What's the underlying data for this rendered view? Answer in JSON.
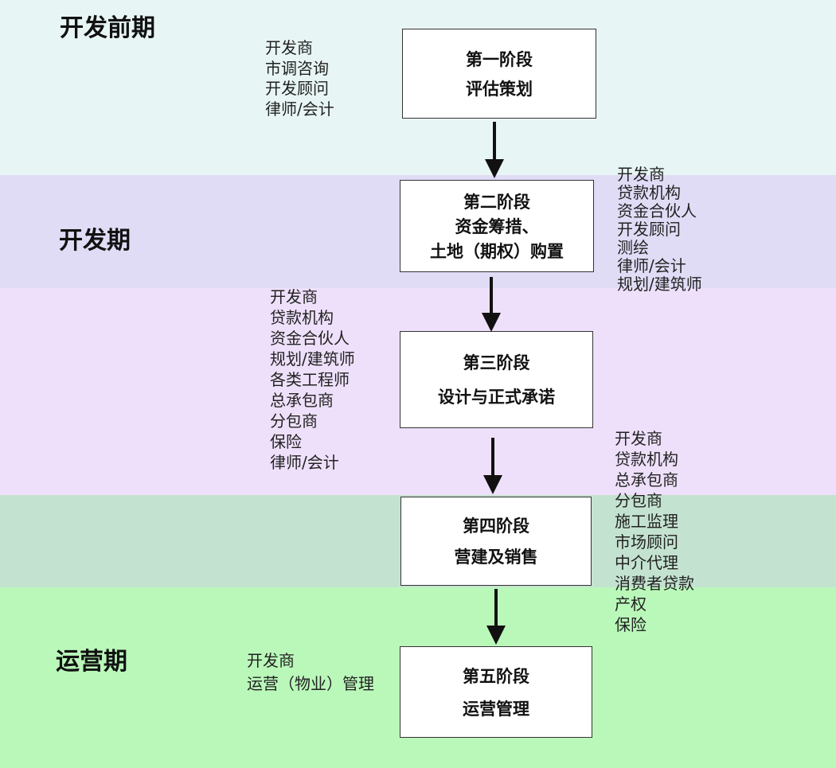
{
  "periods": {
    "pre_development": "开发前期",
    "development": "开发期",
    "operation": "运营期"
  },
  "stages": [
    {
      "title": "第一阶段",
      "lines": [
        "评估策划"
      ]
    },
    {
      "title": "第二阶段",
      "lines": [
        "资金筹措、",
        "土地（期权）购置"
      ]
    },
    {
      "title": "第三阶段",
      "lines": [
        "设计与正式承诺"
      ]
    },
    {
      "title": "第四阶段",
      "lines": [
        "营建及销售"
      ]
    },
    {
      "title": "第五阶段",
      "lines": [
        "运营管理"
      ]
    }
  ],
  "participants": {
    "stage1": [
      "开发商",
      "市调咨询",
      "开发顾问",
      "律师/会计"
    ],
    "stage2": [
      "开发商",
      "贷款机构",
      "资金合伙人",
      "开发顾问",
      "测绘",
      "律师/会计",
      "规划/建筑师"
    ],
    "stage3": [
      "开发商",
      "贷款机构",
      "资金合伙人",
      "规划/建筑师",
      "各类工程师",
      "总承包商",
      "分包商",
      "保险",
      "律师/会计"
    ],
    "stage4": [
      "开发商",
      "贷款机构",
      "总承包商",
      "分包商",
      "施工监理",
      "市场顾问",
      "中介代理",
      "消费者贷款",
      "产权",
      "保险"
    ],
    "stage5": [
      "开发商",
      "运营（物业）管理"
    ]
  },
  "colors": {
    "band_pre": "#e8f5f5",
    "band_dev_a": "#e1dcf6",
    "band_dev_b": "#eee0fa",
    "band_dev_c": "#c4e2d0",
    "band_op": "#baf8ba",
    "arrow": "#111111"
  }
}
